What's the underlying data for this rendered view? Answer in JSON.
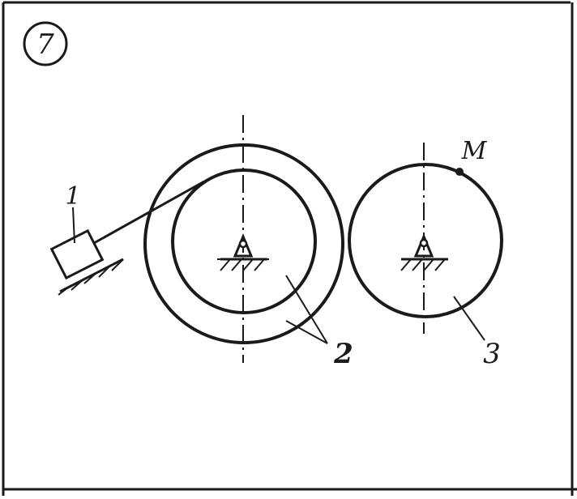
{
  "figure": {
    "problem_number": "7",
    "labels": {
      "block": "1",
      "stepped_wheel": "2",
      "wheel": "3",
      "point": "M"
    }
  }
}
